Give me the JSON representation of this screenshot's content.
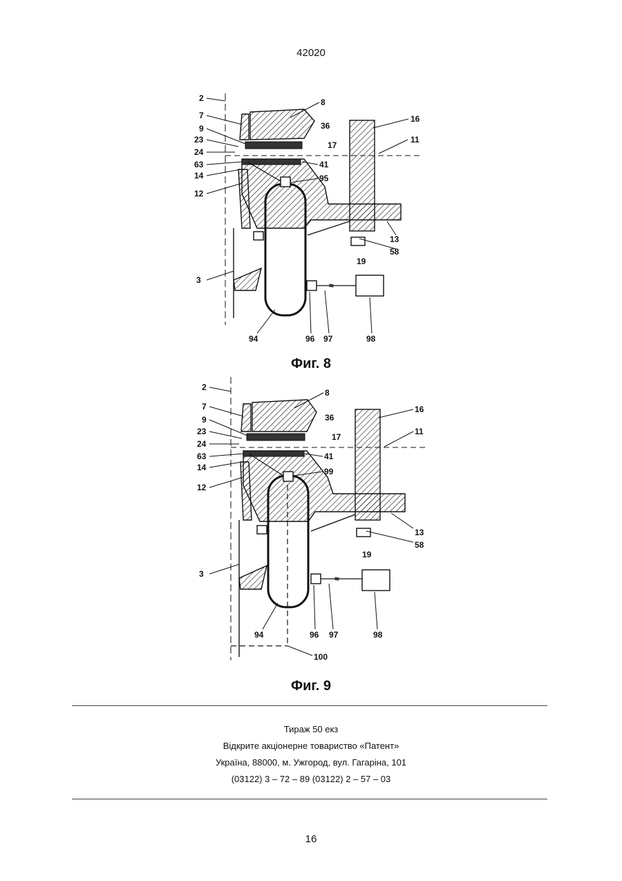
{
  "header": {
    "doc_number": "42020"
  },
  "figures": [
    {
      "caption": "Фиг. 8",
      "labels": {
        "l2": "2",
        "l7": "7",
        "l9": "9",
        "l23": "23",
        "l24": "24",
        "l63": "63",
        "l14": "14",
        "l12": "12",
        "l3": "3",
        "l8": "8",
        "l36": "36",
        "l17": "17",
        "l41": "41",
        "l95": "95",
        "l16": "16",
        "l11": "11",
        "l13": "13",
        "l58": "58",
        "l19": "19",
        "l94": "94",
        "l96": "96",
        "l97": "97",
        "l98": "98"
      }
    },
    {
      "caption": "Фиг. 9",
      "labels": {
        "l2": "2",
        "l7": "7",
        "l9": "9",
        "l23": "23",
        "l24": "24",
        "l63": "63",
        "l14": "14",
        "l12": "12",
        "l3": "3",
        "l8": "8",
        "l36": "36",
        "l17": "17",
        "l41": "41",
        "l99": "99",
        "l16": "16",
        "l11": "11",
        "l13": "13",
        "l58": "58",
        "l19": "19",
        "l94": "94",
        "l96": "96",
        "l97": "97",
        "l98": "98",
        "l100": "100"
      }
    }
  ],
  "imprint": {
    "line1": "Тираж 50 екз",
    "line2": "Відкрите акціонерне товариство «Патент»",
    "line3": "Україна, 88000, м. Ужгород, вул. Гагаріна, 101",
    "line4": "(03122) 3 – 72 – 89   (03122) 2 – 57 – 03"
  },
  "footer": {
    "page_number": "16"
  }
}
